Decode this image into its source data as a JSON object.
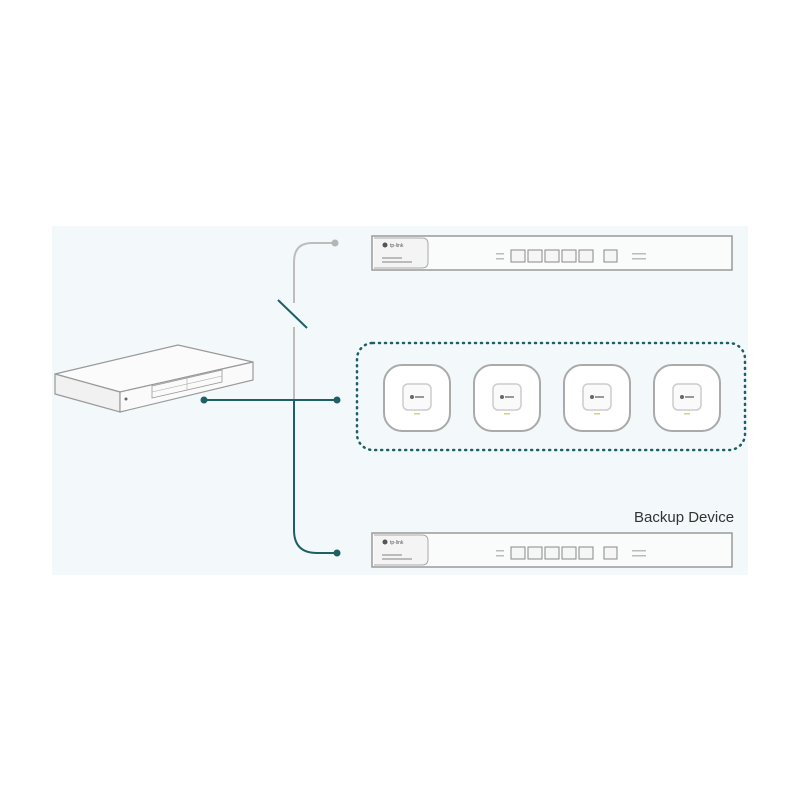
{
  "diagram": {
    "backup_label": "Backup Device",
    "brand_logo": "tp-link",
    "colors": {
      "active_link": "#1f5f66",
      "inactive_link": "#bdbdbd",
      "background": "#f3f8fa",
      "ap_group_border": "#1f5f66",
      "device_outline": "#9a9a9a"
    },
    "devices": {
      "switch": "switch-icon",
      "primary_controller": "controller-icon",
      "backup_controller": "controller-icon",
      "access_points": [
        "ap-icon",
        "ap-icon",
        "ap-icon",
        "ap-icon"
      ]
    },
    "primary_link_state": "disconnected"
  }
}
